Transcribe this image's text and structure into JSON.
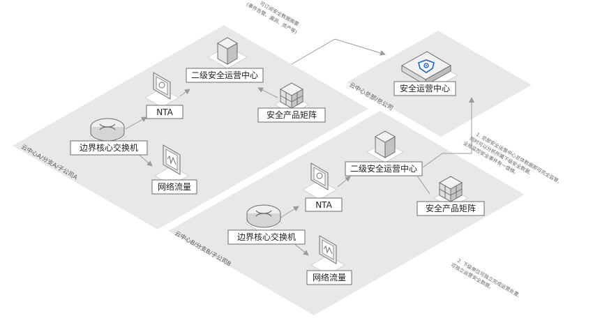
{
  "colors": {
    "zone_fill": "#e8e8e8",
    "box_stroke": "#6b6b6b",
    "arrow": "#9a9a9a",
    "brand_blue": "#1f5fbf"
  },
  "hq": {
    "zone_label": "云中心总部/总公司",
    "soc_label": "安全运营中心",
    "soc_icon": "shield-icon"
  },
  "branch_a": {
    "zone_label": "云中心A/分支A/子公司A",
    "soc_label": "二级安全运营中心",
    "nta_label": "NTA",
    "matrix_label": "安全产品矩阵",
    "switch_label": "边界核心交换机",
    "traffic_label": "网络流量"
  },
  "branch_b": {
    "zone_label": "云中心B/分支B/子公司B",
    "soc_label": "二级安全运营中心",
    "nta_label": "NTA",
    "matrix_label": "安全产品矩阵",
    "switch_label": "边界核心交换机",
    "traffic_label": "网络流量"
  },
  "notes": {
    "upload_line1": "可订阅安全数据摘要",
    "upload_line2": "(事件告警、漏洞、资产等)",
    "note1_line1": "1. 总部安全运营中心总体数据即可完全监管,",
    "note1_line2": "同时可以分析所属下级安全数据,",
    "note1_line3": "全局监控安全事件有一盘棋。",
    "note2_line1": "2. 下级单位可独立完成运营处置,",
    "note2_line2": "可独立运营安全数据。"
  }
}
